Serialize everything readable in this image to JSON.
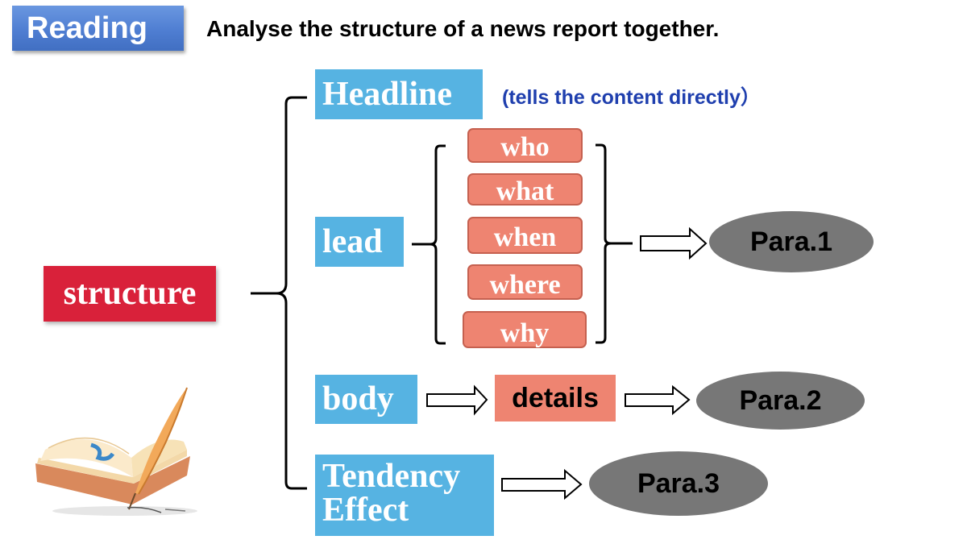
{
  "header": {
    "badge_label": "Reading",
    "instruction": "Analyse the structure of a news report together."
  },
  "diagram": {
    "root": "structure",
    "headline": "Headline",
    "headline_note": "(tells the content directly）",
    "lead": "lead",
    "lead_items": [
      "who",
      "what",
      "when",
      "where",
      "why"
    ],
    "body": "body",
    "body_detail": "details",
    "tendency_line1": "Tendency",
    "tendency_line2": "Effect",
    "para1": "Para.1",
    "para2": "Para.2",
    "para3": "Para.3"
  },
  "colors": {
    "badge_blue": "#4f7ed2",
    "root_red": "#d9213a",
    "section_blue": "#56b3e2",
    "item_salmon": "#ee8471",
    "para_gray": "#777777",
    "note_blue": "#1f3fae"
  },
  "icons": {
    "illustration": "book-and-quill-icon",
    "arrow": "outline-right-arrow-icon"
  }
}
